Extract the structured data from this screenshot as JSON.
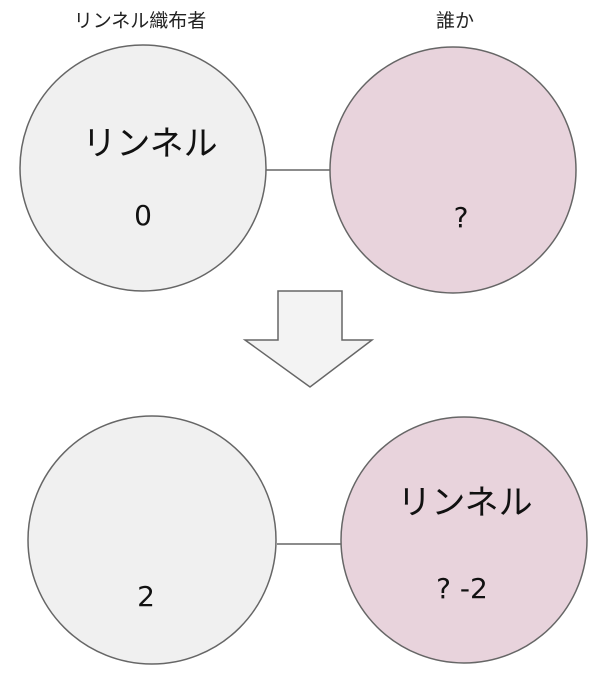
{
  "top": {
    "left_heading": "リンネル織布者",
    "right_heading": "誰か",
    "left_node": {
      "name": "リンネル",
      "value": "0"
    },
    "right_node": {
      "value": "?"
    }
  },
  "bottom": {
    "left_node": {
      "value": "2"
    },
    "right_node": {
      "name": "リンネル",
      "value": "? -2"
    }
  },
  "colors": {
    "left_fill": "#f0f0f0",
    "right_fill": "#e8d3dc",
    "stroke": "#666666",
    "arrow_fill": "#f3f3f3"
  }
}
